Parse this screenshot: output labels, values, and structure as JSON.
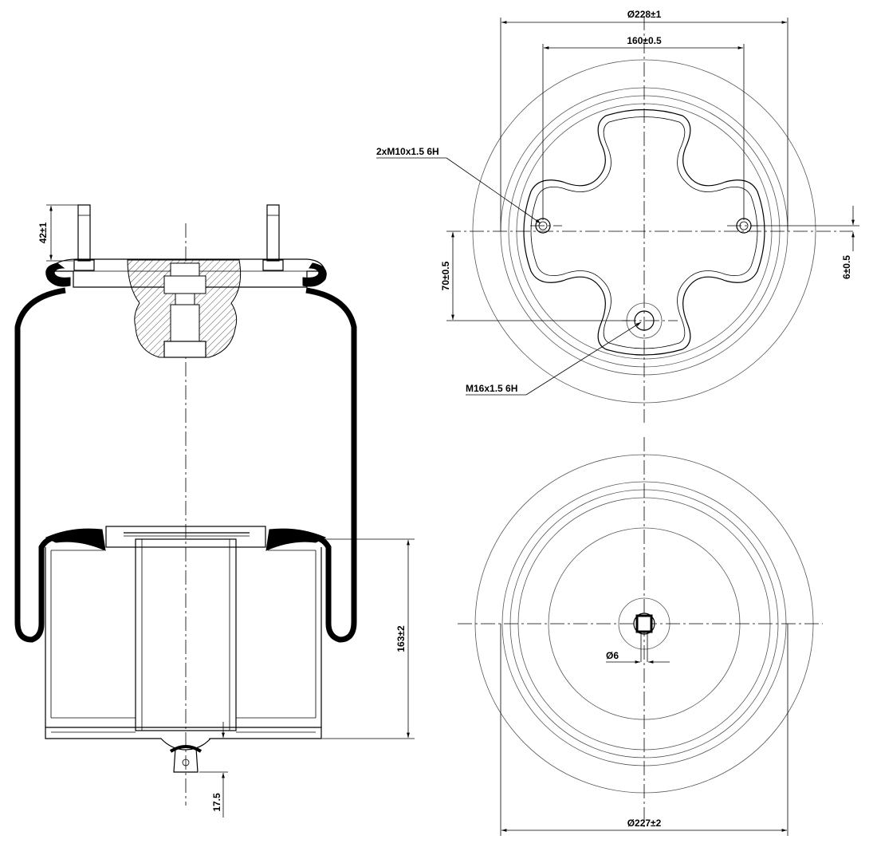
{
  "side_view": {
    "dim_stud_height": "42±1",
    "dim_height": "163±2",
    "dim_bottom": "17.5"
  },
  "top_view": {
    "dim_outer_diameter": "Ø228±1",
    "dim_bolt_spacing": "160±0.5",
    "dim_offset_vertical": "70±0.5",
    "dim_offset_small": "6±0.5",
    "thread_small": "2xM10x1.5 6H",
    "thread_center": "M16x1.5 6H"
  },
  "bottom_view": {
    "dim_outer_diameter": "Ø227±2",
    "dim_pin": "Ø6"
  }
}
